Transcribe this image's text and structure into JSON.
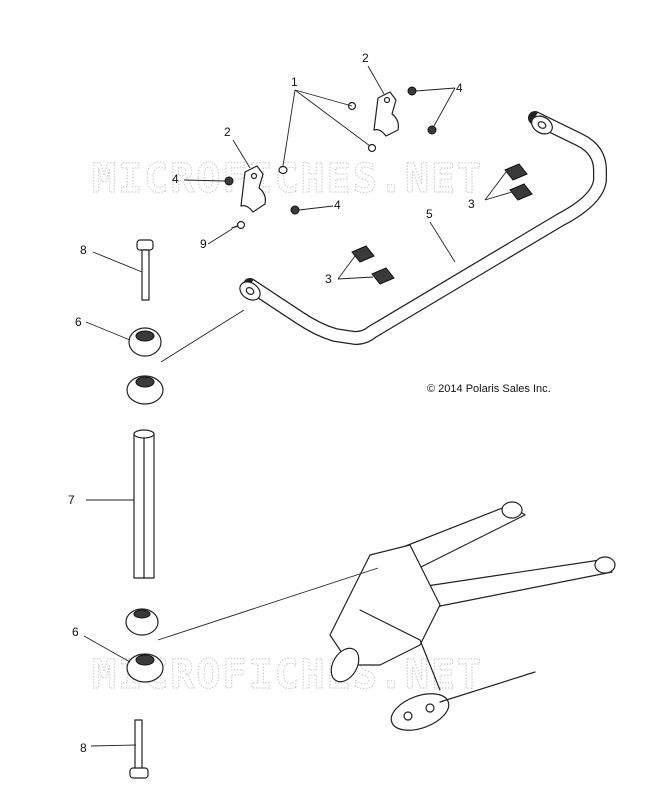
{
  "watermark": "MICROFICHES.NET",
  "copyright": "© 2014 Polaris Sales Inc.",
  "callouts": {
    "c1": "1",
    "c2a": "2",
    "c2b": "2",
    "c3a": "3",
    "c3b": "3",
    "c4a": "4",
    "c4b": "4",
    "c4c": "4",
    "c5": "5",
    "c6a": "6",
    "c6b": "6",
    "c7": "7",
    "c8a": "8",
    "c8b": "8",
    "c9": "9"
  }
}
